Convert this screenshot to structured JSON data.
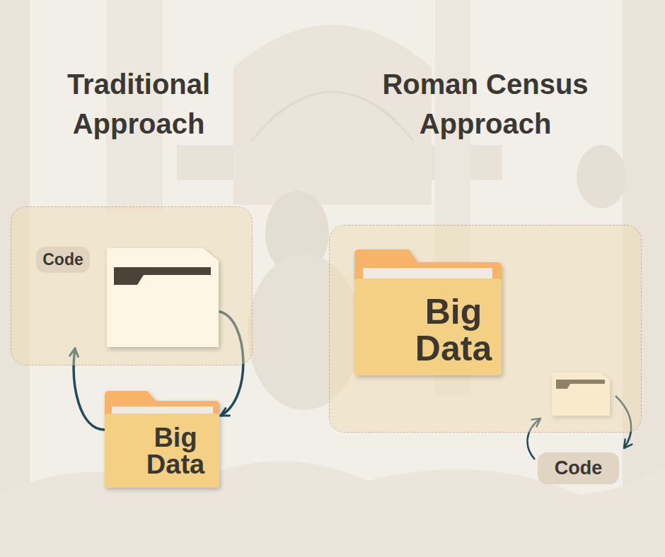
{
  "diagram": {
    "nodes": [
      {
        "text": [
          "Traditional Approach"
        ]
      },
      {
        "text": [
          "Code"
        ],
        "in": 0
      },
      {
        "text": [
          "Big Data"
        ]
      },
      {
        "text": [
          "Roman Census Approach"
        ]
      },
      {
        "text": [
          "Big Data"
        ],
        "in": 3
      },
      {
        "text": [
          "Code"
        ]
      }
    ],
    "edges": [
      {
        "from": 1,
        "to": 2,
        "arrow": "to"
      },
      {
        "from": 2,
        "to": 1,
        "arrow": "to"
      }
    ]
  }
}
